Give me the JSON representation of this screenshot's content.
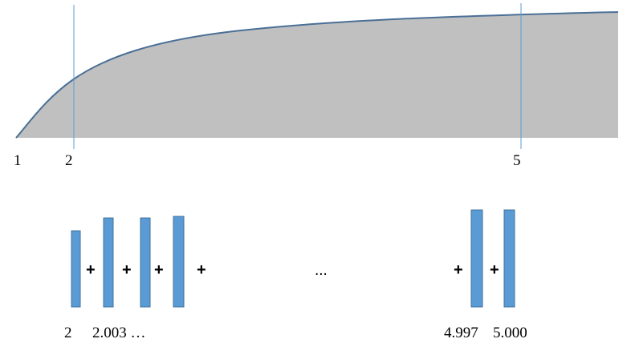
{
  "colors": {
    "area_fill": "#c0c0c0",
    "curve": "#4a6f96",
    "marker_line": "#5b9bd5",
    "bar_fill": "#5b9bd5",
    "bar_stroke": "#41719c"
  },
  "axis_labels": {
    "start": "1",
    "lower": "2",
    "upper": "5"
  },
  "operators": {
    "plus": "+",
    "ellipsis": "..."
  },
  "bar_labels": {
    "first": "2",
    "second": "2.003 …",
    "second_last": "4.997",
    "last": "5.000"
  },
  "bars": {
    "count_left": 4,
    "count_right": 2
  }
}
